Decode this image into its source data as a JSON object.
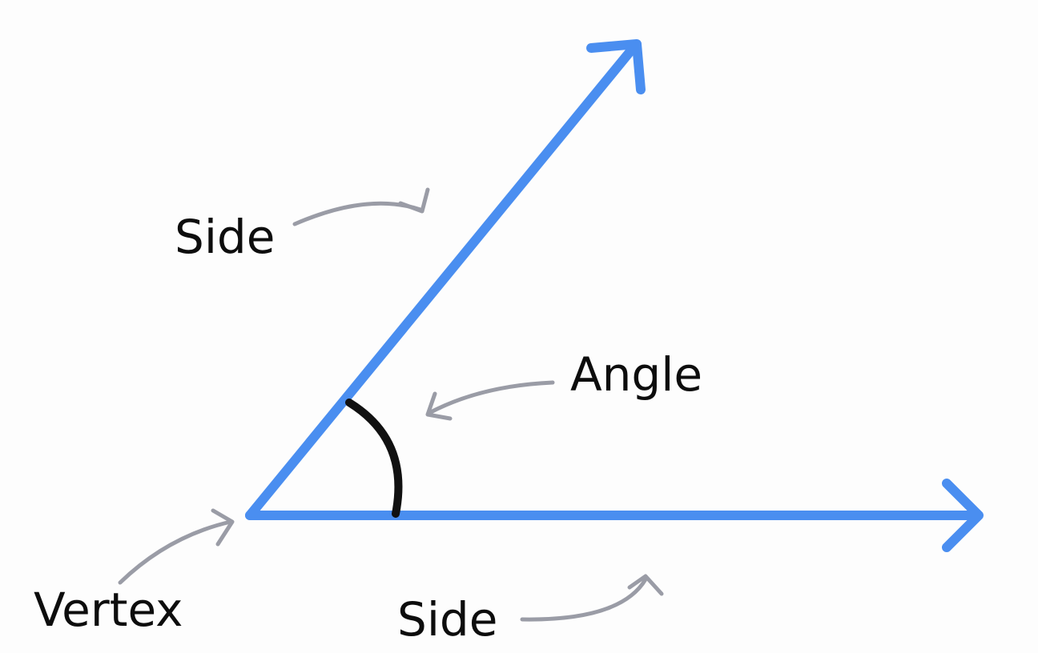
{
  "labels": {
    "side_upper": "Side",
    "angle": "Angle",
    "vertex": "Vertex",
    "side_lower": "Side"
  },
  "colors": {
    "ray": "#4a8ef0",
    "arc": "#111111",
    "pointer": "#9a9ca6",
    "text": "#0d0d0d"
  }
}
